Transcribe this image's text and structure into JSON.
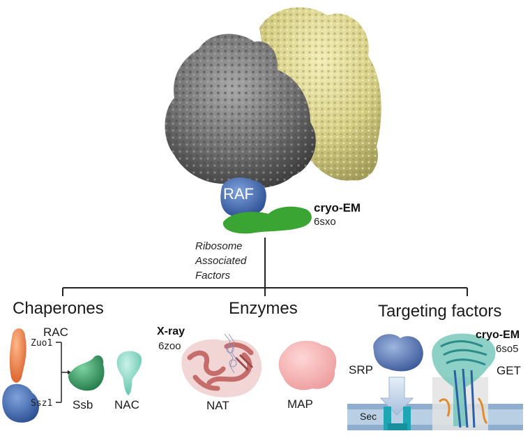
{
  "top": {
    "raf_label": "RAF",
    "method": "cryo-EM",
    "pdb": "6sxo",
    "description_lines": [
      "Ribosome",
      "Associated",
      "Factors"
    ]
  },
  "categories": {
    "chaperones": {
      "title": "Chaperones",
      "rac": "RAC",
      "zuo1": "Zuo1",
      "ssz1": "Ssz1",
      "ssb": "Ssb",
      "nac": "NAC"
    },
    "enzymes": {
      "title": "Enzymes",
      "method": "X-ray",
      "pdb": "6zoo",
      "nat": "NAT",
      "map": "MAP"
    },
    "targeting": {
      "title": "Targeting factors",
      "method": "cryo-EM",
      "pdb": "6so5",
      "srp": "SRP",
      "sec": "Sec",
      "get": "GET"
    }
  },
  "colors": {
    "ribosome_large": "#6f6f6f",
    "ribosome_small": "#e3dc95",
    "raf": "#2f66b0",
    "raf_green": "#3aa532",
    "zuo1": "#f08a4b",
    "ssz1": "#5a7cc4",
    "ssb": "#3ca36b",
    "nac": "#88dcc8",
    "nat": "#c97a78",
    "map": "#f5b6b6",
    "srp": "#4f6fae",
    "sec": "#1fa6b5",
    "get_teal": "#2c8c8c",
    "membrane": "#a9c3dc"
  }
}
